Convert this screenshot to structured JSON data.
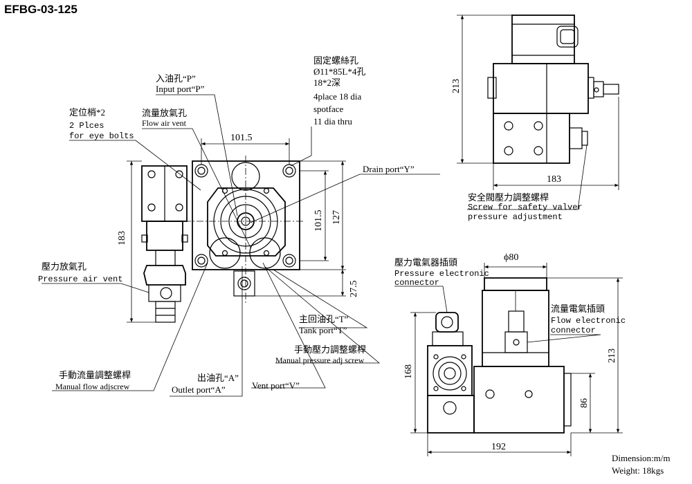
{
  "title": "EFBG-03-125",
  "front_view": {
    "input_port_zh": "入油孔“P”",
    "input_port_en": "Input port“P”",
    "mount_hole_zh": "固定螺絲孔",
    "mount_hole_l1": "Ø11*85L*4孔",
    "mount_hole_l2": "18*2深",
    "mount_hole_l3": "4place 18 dia",
    "mount_hole_l4": "spotface",
    "mount_hole_l5": "11 dia thru",
    "dowel_zh": "定位梢*2",
    "dowel_en1": "2 Plces",
    "dowel_en2": "for eye bolts",
    "flow_vent_zh": "流量放氣孔",
    "flow_vent_en": "Flow air vent",
    "drain_port": "Drain port“Y”",
    "pressure_vent_zh": "壓力放氣孔",
    "pressure_vent_en": "Pressure air vent",
    "tank_port_zh": "主回油孔“T”",
    "tank_port_en": "Tank port“T”",
    "manual_pressure_zh": "手動壓力調整螺桿",
    "manual_pressure_en": "Manual pressure adj screw",
    "manual_flow_zh": "手動流量調整螺桿",
    "manual_flow_en": "Manual flow adjscrew",
    "outlet_zh": "出油孔“A”",
    "outlet_en": "Outlet port“A”",
    "vent_port": "Vent port“V”",
    "dim_101_5_h": "101.5",
    "dim_101_5_v": "101.5",
    "dim_127": "127",
    "dim_183": "183",
    "dim_27_5": "27.5"
  },
  "side_view": {
    "dim_213": "213",
    "dim_183": "183",
    "safety_zh": "安全閥壓力調整螺桿",
    "safety_en1": "Screw for safety valver",
    "safety_en2": "pressure adjustment"
  },
  "bottom_view": {
    "dim_phi80": "ϕ80",
    "pressure_conn_zh": "壓力電氣器插頭",
    "pressure_conn_en1": "Pressure electronic",
    "pressure_conn_en2": "connector",
    "flow_conn_zh": "流量電氣插頭",
    "flow_conn_en1": "Flow electronic",
    "flow_conn_en2": "connector",
    "dim_168": "168",
    "dim_213": "213",
    "dim_86": "86",
    "dim_192": "192"
  },
  "footer": {
    "dimension": "Dimension:m/m",
    "weight": "Weight: 18kgs"
  }
}
